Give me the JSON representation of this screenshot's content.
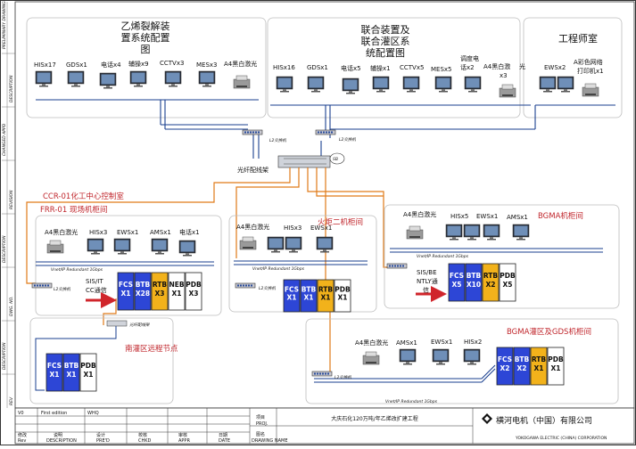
{
  "zones": {
    "ethylene": {
      "title1": "乙烯裂解装",
      "title2": "置系统配置",
      "title3": "图",
      "devices": [
        "HISx17",
        "GDSx1",
        "电话x4",
        "辅操x9",
        "CCTVx3",
        "MESx3",
        "A4黑白激光"
      ]
    },
    "joint": {
      "title1": "联合装置及",
      "title2": "联合灌区系",
      "title3": "统配置图",
      "devices": [
        "HISx16",
        "GDSx1",
        "电话x5",
        "辅操x1",
        "CCTVx5",
        "MESx5",
        "调度电",
        "话x2",
        "A4黑白激",
        "光",
        "x3"
      ]
    },
    "engineer": {
      "title": "工程师室",
      "devices": [
        "EWSx2",
        "A彩色网络",
        "打印机x1"
      ]
    }
  },
  "core": {
    "switch_l": "L2交换机",
    "switch_r": "L2交换机",
    "fiber": "光纤配线架",
    "sb": "SB"
  },
  "ccr": {
    "title": "CCR-01化工中心控制室"
  },
  "frr": {
    "title": "FRR-01 现场机柜间",
    "devices": [
      "A4黑白激光",
      "HISx3",
      "EWSx1",
      "AMSx1",
      "电话x1"
    ],
    "net": "Vnet/IP Redundant 1Gbps",
    "switch": "L2交换机",
    "sis": [
      "SIS/IT",
      "CC通信"
    ],
    "cabinets": [
      {
        "a": "FCS",
        "b": "X1"
      },
      {
        "a": "BTB",
        "b": "X28"
      },
      {
        "a": "RTB",
        "b": "X3"
      },
      {
        "a": "NEB",
        "b": "X1"
      },
      {
        "a": "PDB",
        "b": "X3"
      }
    ]
  },
  "torch": {
    "title": "火炬二机柜间",
    "devices": [
      "A4黑白激光",
      "HISx3",
      "EWSx1"
    ],
    "net": "Vnet/IP Redundant 1Gbps",
    "switch": "L2交换机",
    "cabinets": [
      {
        "a": "FCS",
        "b": "X1"
      },
      {
        "a": "BTB",
        "b": "X1"
      },
      {
        "a": "RTB",
        "b": "X1"
      },
      {
        "a": "PDB",
        "b": "X1"
      }
    ]
  },
  "bgma": {
    "title": "BGMA机柜间",
    "devices": [
      "A4黑白激光",
      "HISx5",
      "EWSx1",
      "AMSx1"
    ],
    "net": "Vnet/IP Redundant 1Gbps",
    "switch": "L2交换机",
    "sis": [
      "SIS/BE",
      "NTLY通",
      "信"
    ],
    "cabinets": [
      {
        "a": "FCS",
        "b": "X5"
      },
      {
        "a": "BTB",
        "b": "X10"
      },
      {
        "a": "RTB",
        "b": "X2"
      },
      {
        "a": "PDB",
        "b": "X5"
      }
    ]
  },
  "south": {
    "title": "南灌区远程节点",
    "switch": "光纤配线架",
    "cabinets": [
      {
        "a": "FCS",
        "b": "X1"
      },
      {
        "a": "BTB",
        "b": "X1"
      },
      {
        "a": "PDB",
        "b": "X1"
      }
    ]
  },
  "bgma_tank": {
    "title": "BGMA灌区及GDS机柜间",
    "devices": [
      "A4黑白激光",
      "AMSx1",
      "EWSx1",
      "HISx2"
    ],
    "net": "Vnet/IP Redundant 1Gbps",
    "switch": "L2交换机",
    "cabinets": [
      {
        "a": "FCS",
        "b": "X2"
      },
      {
        "a": "BTB",
        "b": "X2"
      },
      {
        "a": "RTB",
        "b": "X1"
      },
      {
        "a": "PDB",
        "b": "X1"
      }
    ]
  },
  "title_block": {
    "rev": "V0",
    "desc": "First edition",
    "by": "WHQ",
    "col_rev": "修改",
    "col_rev_en": "Rev",
    "col_desc": "说明",
    "col_desc_en": "DESCRIPTION",
    "col_design": "设计",
    "col_design_en": "PRE'D",
    "col_check": "校核",
    "col_check_en": "CHKD",
    "col_review": "审核",
    "col_review_en": "APPR",
    "col_date": "日期",
    "col_date_en": "DATE",
    "proj": "项目",
    "proj_en": "PROJ.",
    "drawing": "图名",
    "drawing_en": "DRAWING NAME",
    "project_name": "大庆石化120万吨/年乙烯改扩建工程",
    "company": "横河电机（中国）有限公司",
    "company_en": "YOKOGAWA ELECTRIC (CHINA) CORPORATION"
  },
  "side_labels": [
    "PRELIMINARY DRAWING",
    "DESCRIPTION",
    "CHANGED APPD",
    "REVISION",
    "DESCRIPTION",
    "DWG. NO.",
    "DESCRIPTION",
    "REV"
  ],
  "colors": {
    "fcs": "#2d46d6",
    "rtb": "#f2b21b",
    "net": "#1a3f8f",
    "fiber": "#e07a18",
    "red": "#c0262c"
  }
}
